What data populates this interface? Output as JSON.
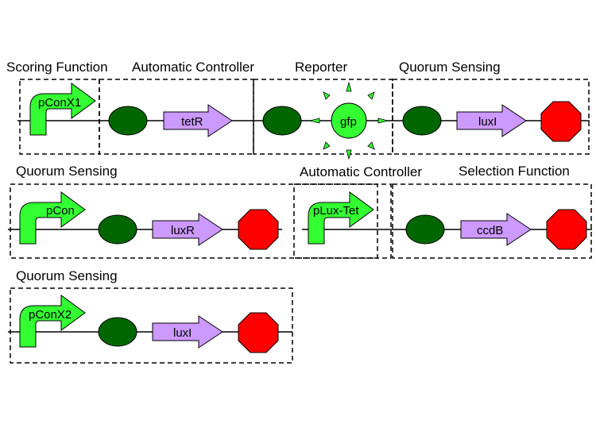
{
  "section_labels": {
    "row1": [
      "Scoring Function",
      "Automatic Controller",
      "Reporter",
      "Quorum Sensing"
    ],
    "row2": [
      "Quorum Sensing",
      "Automatic Controller",
      "Selection Function"
    ],
    "row3": [
      "Quorum Sensing"
    ]
  },
  "parts": {
    "row1": {
      "promoter": "pConX1",
      "gene1": "tetR",
      "reporter": "gfp",
      "gene2": "luxI"
    },
    "row2": {
      "promoter1": "pCon",
      "gene1": "luxR",
      "promoter2": "pLux-Tet",
      "gene2": "ccdB"
    },
    "row3": {
      "promoter": "pConX2",
      "gene": "luxI"
    }
  },
  "colors": {
    "promoter": "#33ff33",
    "rbs": "#006600",
    "gene": "#cc99ff",
    "terminator": "#ff0000",
    "reporter": "#33ff33",
    "box_border": "#000000"
  }
}
